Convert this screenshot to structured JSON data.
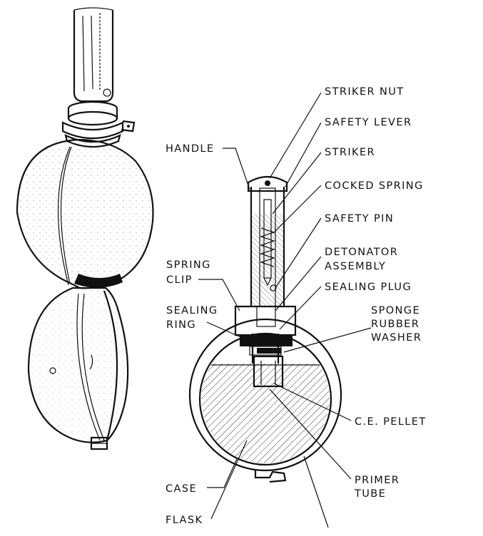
{
  "labels": {
    "striker_nut": "STRIKER NUT",
    "safety_lever": "SAFETY LEVER",
    "handle": "HANDLE",
    "striker": "STRIKER",
    "cocked_spring": "COCKED SPRING",
    "safety_pin": "SAFETY PIN",
    "spring_clip_1": "SPRING",
    "spring_clip_2": "CLIP",
    "detonator_1": "DETONATOR",
    "detonator_2": "ASSEMBLY",
    "sealing_ring_1": "SEALING",
    "sealing_ring_2": "RING",
    "sealing_plug": "SEALING PLUG",
    "sponge_1": "SPONGE",
    "sponge_2": "RUBBER",
    "sponge_3": "WASHER",
    "ce_pellet": "C.E. PELLET",
    "primer_1": "PRIMER",
    "primer_2": "TUBE",
    "case": "CASE",
    "flask": "FLASK"
  }
}
